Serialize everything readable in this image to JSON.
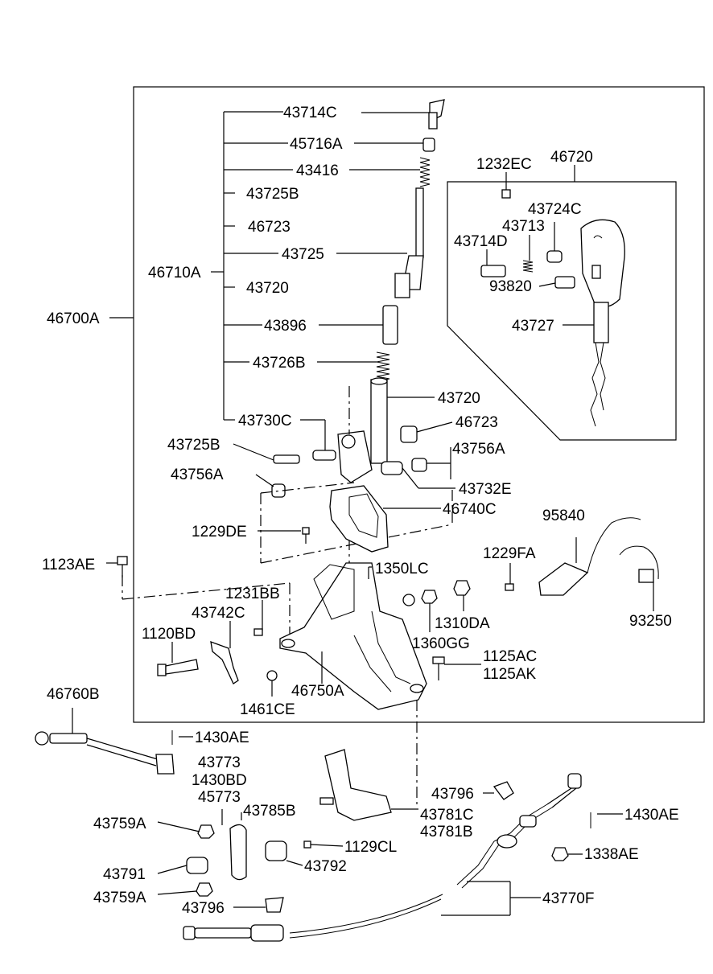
{
  "labels": {
    "l43714C": "43714C",
    "l45716A": "45716A",
    "l43416": "43416",
    "l43725B_top": "43725B",
    "l46723_top": "46723",
    "l43725": "43725",
    "l46710A": "46710A",
    "l43720_top": "43720",
    "l43896": "43896",
    "l43726B": "43726B",
    "l43720_mid": "43720",
    "l43730C": "43730C",
    "l46723_mid": "46723",
    "l43725B_mid": "43725B",
    "l43756A_right": "43756A",
    "l43756A_left": "43756A",
    "l43732E": "43732E",
    "l46740C": "46740C",
    "l1229DE": "1229DE",
    "l46700A": "46700A",
    "l1232EC": "1232EC",
    "l46720": "46720",
    "l43724C": "43724C",
    "l43713": "43713",
    "l43714D": "43714D",
    "l93820": "93820",
    "l43727": "43727",
    "l95840": "95840",
    "l1229FA": "1229FA",
    "l93250": "93250",
    "l1123AE": "1123AE",
    "l1350LC": "1350LC",
    "l1231BB": "1231BB",
    "l43742C": "43742C",
    "l1310DA": "1310DA",
    "l1120BD": "1120BD",
    "l1360GG": "1360GG",
    "l1125AC": "1125AC",
    "l1125AK": "1125AK",
    "l46750A": "46750A",
    "l1461CE": "1461CE",
    "l46760B": "46760B",
    "l1430AE_left": "1430AE",
    "l43773": "43773",
    "l1430BD": "1430BD",
    "l45773": "45773",
    "l43796_top": "43796",
    "l43785B": "43785B",
    "l43781C": "43781C",
    "l43781B": "43781B",
    "l1430AE_right": "1430AE",
    "l43759A_top": "43759A",
    "l1129CL": "1129CL",
    "l1338AE": "1338AE",
    "l43792": "43792",
    "l43791": "43791",
    "l43759A_bottom": "43759A",
    "l43770F": "43770F",
    "l43796_bottom": "43796"
  }
}
